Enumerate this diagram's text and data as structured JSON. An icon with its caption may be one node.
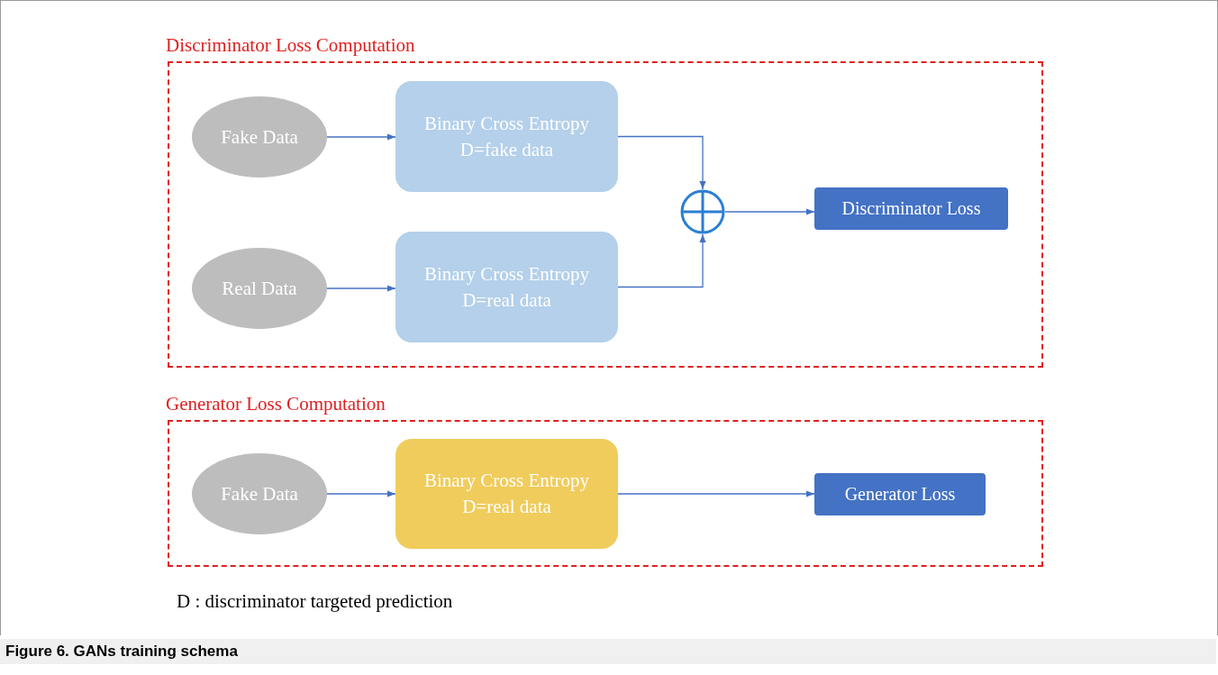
{
  "diagram": {
    "caption": "Figure 6.  GANs training schema",
    "nodes": [
      {
        "text": [
          "Discriminator Loss Computation"
        ]
      },
      {
        "text": [
          "Fake Data"
        ],
        "in": 0
      },
      {
        "text": [
          "Binary Cross Entropy D=fake data"
        ],
        "in": 0
      },
      {
        "text": [
          "Real Data"
        ],
        "in": 0
      },
      {
        "text": [
          "Binary Cross Entropy D=real data"
        ],
        "in": 0
      },
      {
        "text": [],
        "shape": "circle",
        "in": 0
      },
      {
        "text": [
          "Discriminator Loss"
        ],
        "in": 0
      },
      {
        "text": [
          "Generator Loss Computation"
        ]
      },
      {
        "text": [
          "Fake Data"
        ],
        "in": 7
      },
      {
        "text": [
          "Binary Cross Entropy D=real data"
        ],
        "in": 7
      },
      {
        "text": [
          "Generator Loss"
        ],
        "in": 7
      }
    ],
    "edges": [
      {
        "from": 1,
        "to": 2,
        "arrow": "to"
      },
      {
        "from": 3,
        "to": 4,
        "arrow": "to"
      },
      {
        "from": 2,
        "to": 5,
        "arrow": "to"
      },
      {
        "from": 4,
        "to": 5,
        "arrow": "to"
      },
      {
        "from": 5,
        "to": 6,
        "arrow": "to"
      },
      {
        "from": 8,
        "to": 9,
        "arrow": "to"
      },
      {
        "from": 9,
        "to": 10,
        "arrow": "to"
      }
    ],
    "labels": [
      "D : discriminator targeted prediction"
    ]
  }
}
